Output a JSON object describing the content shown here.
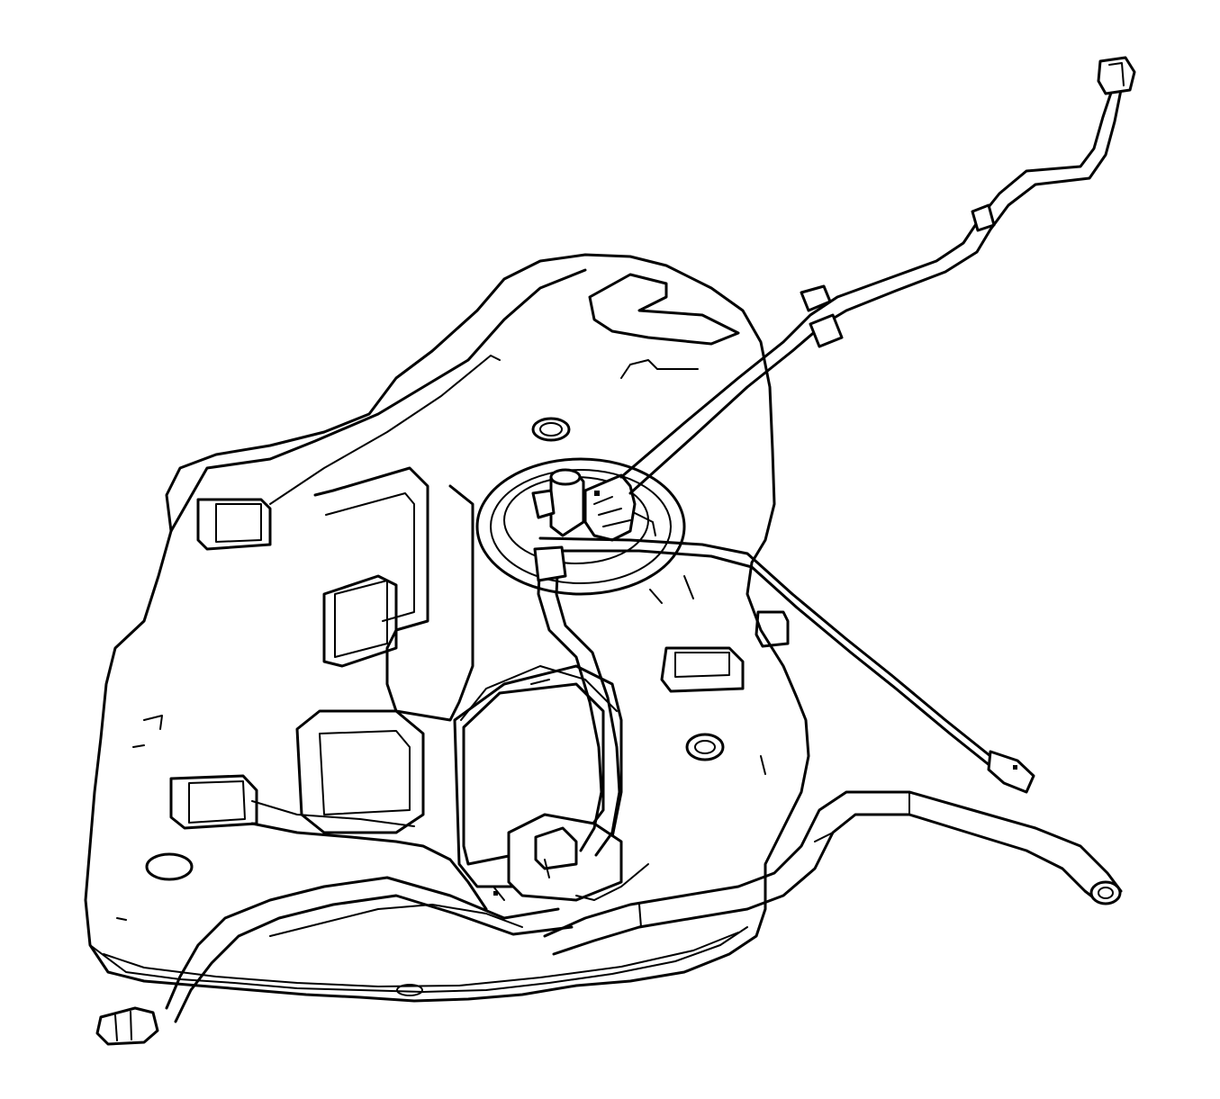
{
  "figure": {
    "colors": {
      "line": "#000000",
      "background": "#ffffff"
    },
    "components": [
      {
        "id": "fuel-tank",
        "icon": "fuel-tank-icon"
      },
      {
        "id": "fuel-pump-module",
        "icon": "fuel-pump-icon"
      },
      {
        "id": "evap-canister",
        "icon": "canister-icon"
      },
      {
        "id": "fuel-feed-line",
        "icon": "fuel-line-icon"
      },
      {
        "id": "evap-vent-line",
        "icon": "vent-line-icon"
      },
      {
        "id": "filler-hose",
        "icon": "filler-hose-icon"
      },
      {
        "id": "harness-connector-front",
        "icon": "connector-icon"
      },
      {
        "id": "harness-connector-rear",
        "icon": "connector-icon"
      }
    ]
  }
}
